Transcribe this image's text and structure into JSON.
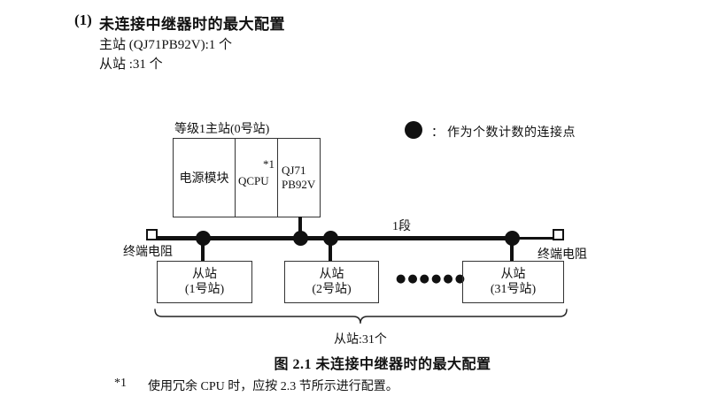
{
  "header": {
    "index": "(1)",
    "title": "未连接中继器时的最大配置",
    "master_line": "主站 (QJ71PB92V):1 个",
    "slave_line": "从站 :31 个"
  },
  "legend": {
    "colon": "：",
    "text": "作为个数计数的连接点"
  },
  "master": {
    "label": "等级1主站(0号站)",
    "power_cell": "电源模块",
    "cpu_cell": "QCPU",
    "cpu_note": "*1",
    "pb_cell_line1": "QJ71",
    "pb_cell_line2": "PB92V"
  },
  "bus": {
    "segment_label": "1段",
    "terminator_left": "终端电阻",
    "terminator_right": "终端电阻"
  },
  "slaves": {
    "boxes": [
      {
        "line1": "从站",
        "line2": "(1号站)"
      },
      {
        "line1": "从站",
        "line2": "(2号站)"
      },
      {
        "line1": "从站",
        "line2": "(31号站)"
      }
    ],
    "ellipsis": "●●●●●●",
    "brace_label": "从站:31个"
  },
  "caption": "图 2.1 未连接中继器时的最大配置",
  "footnote": {
    "marker": "*1",
    "text": "使用冗余 CPU 时，应按 2.3 节所示进行配置。"
  }
}
